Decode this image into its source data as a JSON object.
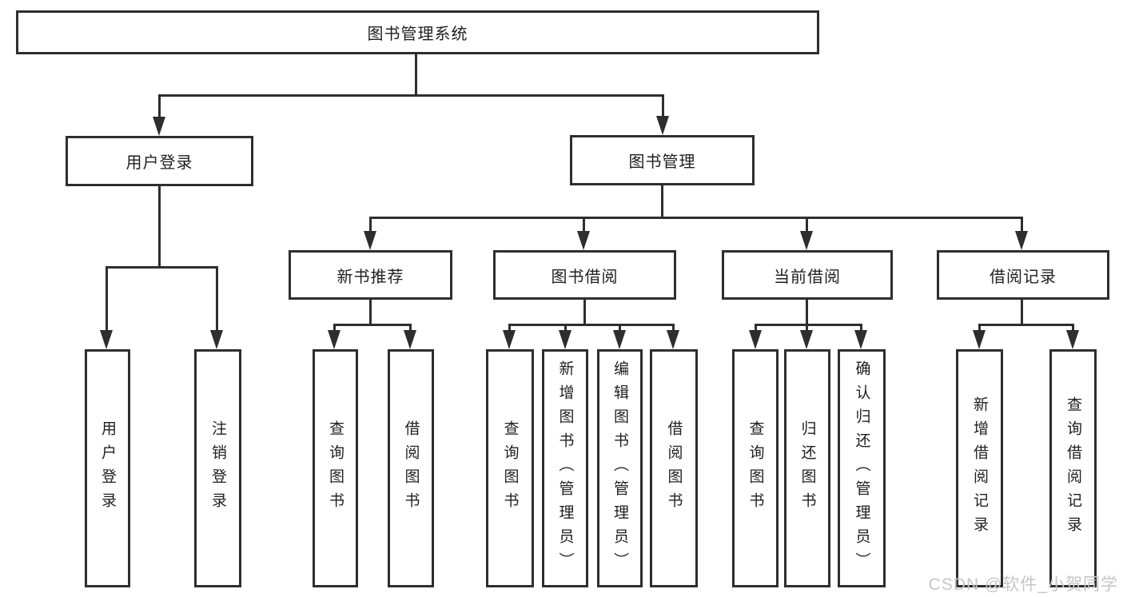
{
  "diagram_type": "functional-structure-tree",
  "tree": {
    "root": {
      "label": "图书管理系统"
    },
    "level2": [
      {
        "label": "用户登录",
        "children": [
          {
            "label": "用户登录"
          },
          {
            "label": "注销登录"
          }
        ]
      },
      {
        "label": "图书管理",
        "children": [
          {
            "label": "新书推荐",
            "children": [
              {
                "label": "查询图书"
              },
              {
                "label": "借阅图书"
              }
            ]
          },
          {
            "label": "图书借阅",
            "children": [
              {
                "label": "查询图书"
              },
              {
                "label": "新增图书（管理员）"
              },
              {
                "label": "编辑图书（管理员）"
              },
              {
                "label": "借阅图书"
              }
            ]
          },
          {
            "label": "当前借阅",
            "children": [
              {
                "label": "查询图书"
              },
              {
                "label": "归还图书"
              },
              {
                "label": "确认归还（管理员）"
              }
            ]
          },
          {
            "label": "借阅记录",
            "children": [
              {
                "label": "新增借阅记录"
              },
              {
                "label": "查询借阅记录"
              }
            ]
          }
        ]
      }
    ]
  },
  "watermark": {
    "text": "CSDN @软件_小贺同学",
    "color": "#c6c6c6"
  },
  "colors": {
    "background": "#ffffff",
    "box_border": "#2e2e2e",
    "connector_line": "#2e2e2e",
    "text": "#1f1f1f"
  }
}
